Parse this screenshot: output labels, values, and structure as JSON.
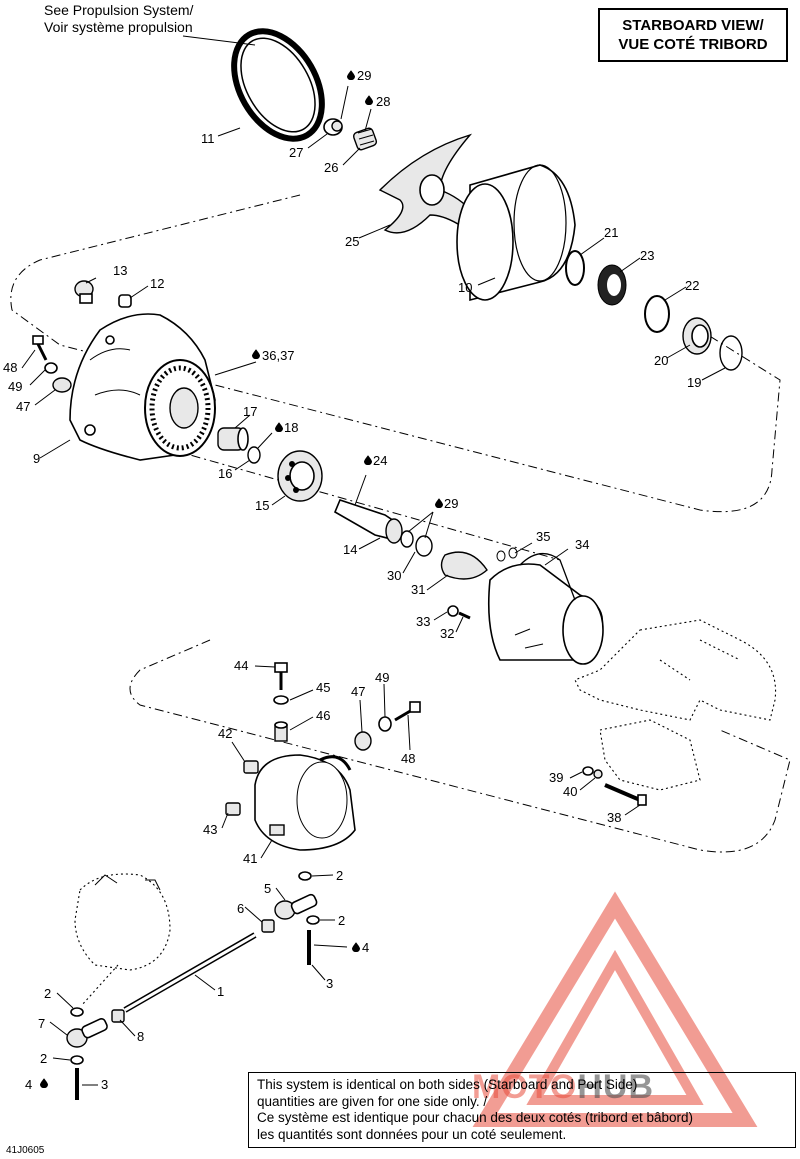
{
  "header": {
    "view_line1": "STARBOARD VIEW/",
    "view_line2": "VUE COTÉ TRIBORD",
    "see_line1": "See Propulsion System/",
    "see_line2": "Voir système propulsion"
  },
  "callouts": [
    {
      "id": "c11",
      "text": "11"
    },
    {
      "id": "c27",
      "text": "27"
    },
    {
      "id": "c29a",
      "text": "29"
    },
    {
      "id": "c28",
      "text": "28"
    },
    {
      "id": "c26",
      "text": "26"
    },
    {
      "id": "c25",
      "text": "25"
    },
    {
      "id": "c10",
      "text": "10"
    },
    {
      "id": "c21",
      "text": "21"
    },
    {
      "id": "c23",
      "text": "23"
    },
    {
      "id": "c22",
      "text": "22"
    },
    {
      "id": "c20",
      "text": "20"
    },
    {
      "id": "c19",
      "text": "19"
    },
    {
      "id": "c13",
      "text": "13"
    },
    {
      "id": "c12",
      "text": "12"
    },
    {
      "id": "c48a",
      "text": "48"
    },
    {
      "id": "c49a",
      "text": "49"
    },
    {
      "id": "c47a",
      "text": "47"
    },
    {
      "id": "c9",
      "text": "9"
    },
    {
      "id": "c3637",
      "text": "36,37"
    },
    {
      "id": "c17",
      "text": "17"
    },
    {
      "id": "c18",
      "text": "18"
    },
    {
      "id": "c16",
      "text": "16"
    },
    {
      "id": "c15",
      "text": "15"
    },
    {
      "id": "c24",
      "text": "24"
    },
    {
      "id": "c14",
      "text": "14"
    },
    {
      "id": "c29b",
      "text": "29"
    },
    {
      "id": "c30",
      "text": "30"
    },
    {
      "id": "c31",
      "text": "31"
    },
    {
      "id": "c35",
      "text": "35"
    },
    {
      "id": "c34",
      "text": "34"
    },
    {
      "id": "c33",
      "text": "33"
    },
    {
      "id": "c32",
      "text": "32"
    },
    {
      "id": "c44",
      "text": "44"
    },
    {
      "id": "c45",
      "text": "45"
    },
    {
      "id": "c46",
      "text": "46"
    },
    {
      "id": "c47b",
      "text": "47"
    },
    {
      "id": "c49b",
      "text": "49"
    },
    {
      "id": "c48b",
      "text": "48"
    },
    {
      "id": "c42",
      "text": "42"
    },
    {
      "id": "c43",
      "text": "43"
    },
    {
      "id": "c41",
      "text": "41"
    },
    {
      "id": "c39",
      "text": "39"
    },
    {
      "id": "c40",
      "text": "40"
    },
    {
      "id": "c38",
      "text": "38"
    },
    {
      "id": "c2a",
      "text": "2"
    },
    {
      "id": "c5",
      "text": "5"
    },
    {
      "id": "c6",
      "text": "6"
    },
    {
      "id": "c2b",
      "text": "2"
    },
    {
      "id": "c4a",
      "text": "4"
    },
    {
      "id": "c3a",
      "text": "3"
    },
    {
      "id": "c1",
      "text": "1"
    },
    {
      "id": "c2c",
      "text": "2"
    },
    {
      "id": "c7",
      "text": "7"
    },
    {
      "id": "c8",
      "text": "8"
    },
    {
      "id": "c2d",
      "text": "2"
    },
    {
      "id": "c4b",
      "text": "4"
    },
    {
      "id": "c3b",
      "text": "3"
    }
  ],
  "note": {
    "line1": "This system is identical on both sides (Starboard and Port Side)",
    "line2": "quantities are given for one side only. /",
    "line3": "Ce système est identique pour chacun des deux cotés (tribord et bâbord)",
    "line4": "les quantités sont données pour un coté seulement."
  },
  "doc_code": "41J0605",
  "watermark": {
    "text_a": "MOTO",
    "text_b": "HUB",
    "color": "#e74c3c"
  },
  "icons": {
    "fluid_drop": "drop-icon"
  }
}
